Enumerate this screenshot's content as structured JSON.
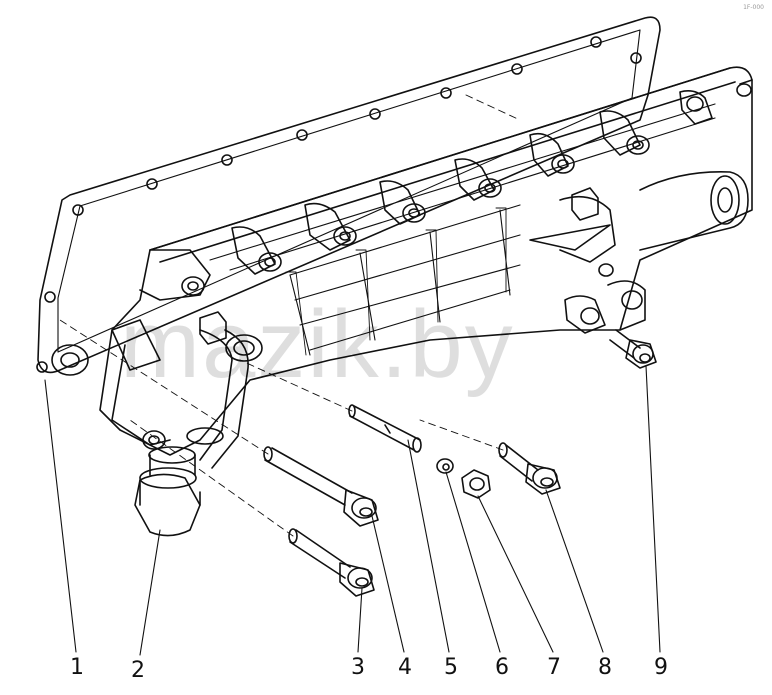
{
  "diagram": {
    "callouts": [
      "1",
      "2",
      "3",
      "4",
      "5",
      "6",
      "7",
      "8",
      "9"
    ],
    "watermark": "mazik.by",
    "corner_mark": "1F-000"
  },
  "colors": {
    "line": "#111111",
    "watermark": "#000000",
    "background": "#ffffff"
  }
}
